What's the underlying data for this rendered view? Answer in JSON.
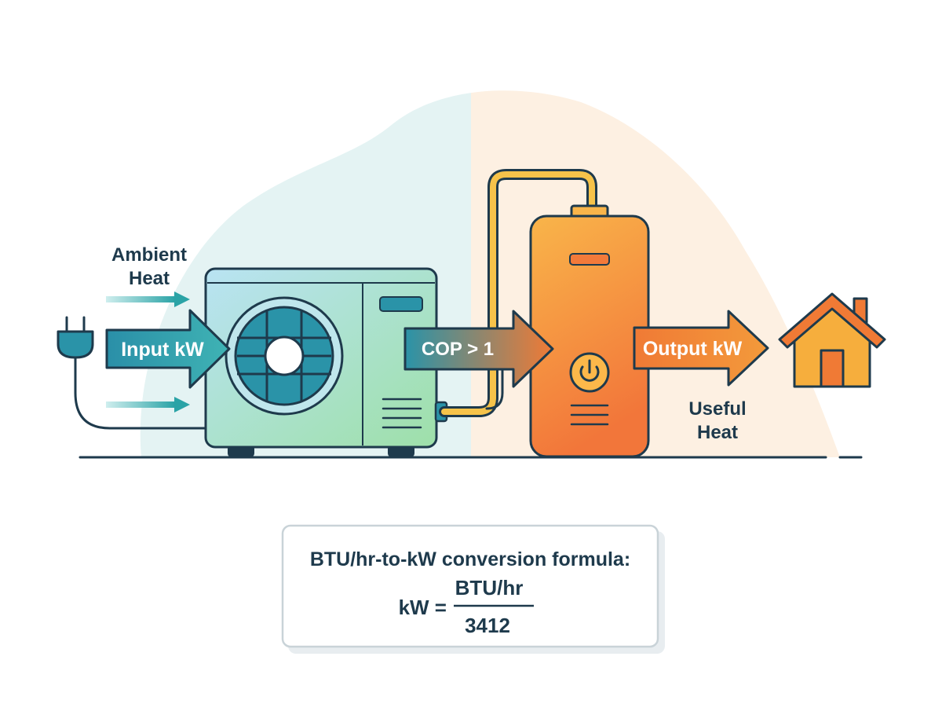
{
  "labels": {
    "ambient_heat": [
      "Ambient",
      "Heat"
    ],
    "input": "Input kW",
    "cop": "COP > 1",
    "output": "Output kW",
    "useful_heat": [
      "Useful",
      "Heat"
    ]
  },
  "formula": {
    "title": "BTU/hr-to-kW conversion formula:",
    "lhs": "kW =",
    "numerator": "BTU/hr",
    "denominator": "3412"
  },
  "colors": {
    "outline": "#1e3a4c",
    "cool_bg": "#e4f3f3",
    "warm_bg": "#fdf0e2",
    "arrow_blue": "#2a93a8",
    "arrow_orange": "#f07a35",
    "tank_top": "#f9b54a",
    "tank_bottom": "#f27a3a",
    "house": "#f6ae3d"
  },
  "icons": [
    "plug-icon",
    "fan-icon",
    "power-button-icon",
    "house-icon",
    "pipe-icon"
  ]
}
